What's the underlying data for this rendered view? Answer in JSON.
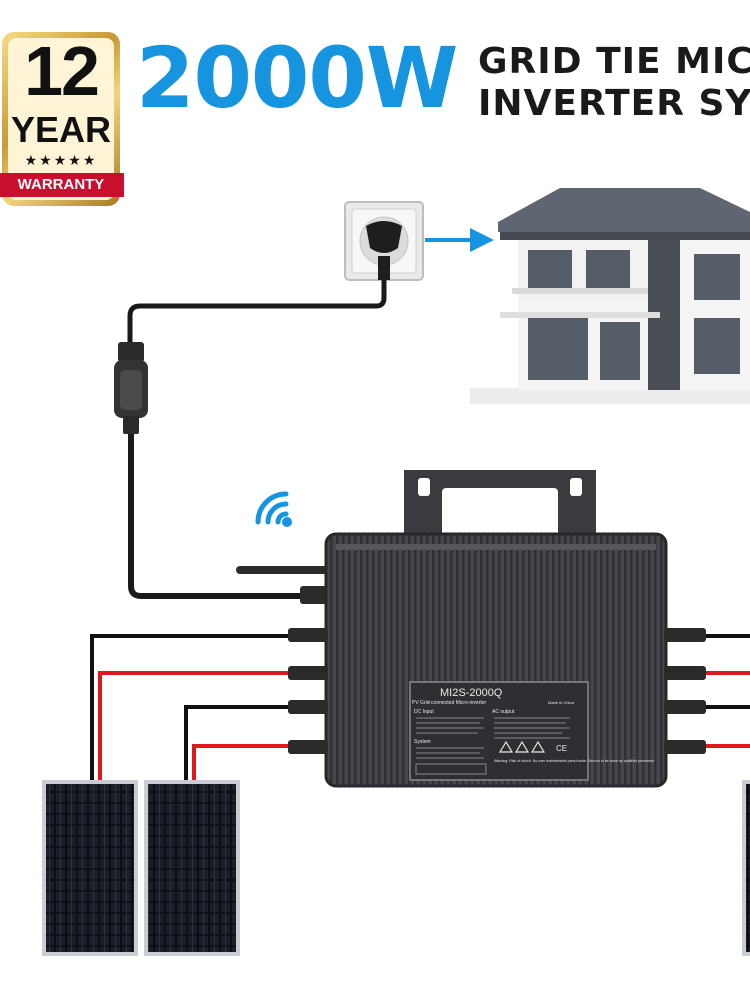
{
  "badge": {
    "number": "12",
    "unit": "YEAR",
    "stars": "★★★★★",
    "ribbon": "WARRANTY"
  },
  "headline": {
    "power": "2000W",
    "line1": "GRID TIE MICR",
    "line2": "INVERTER SYS"
  },
  "inverter": {
    "model": "MI2S-2000Q",
    "subtitle": "PV Grid-connected Micro-inverter",
    "made_in": "Made in China",
    "dc_input": "DC Input",
    "ac_output": "AC output",
    "system": "System",
    "warning": "Warning: Risk of shock. No user maintainable parts inside. Service to be done by qualified personnel.",
    "marks": "CE"
  },
  "colors": {
    "accent_blue": "#1694e0",
    "wire_red": "#e0191e",
    "wire_black": "#111111",
    "inverter_body": "#3b3c3f"
  }
}
